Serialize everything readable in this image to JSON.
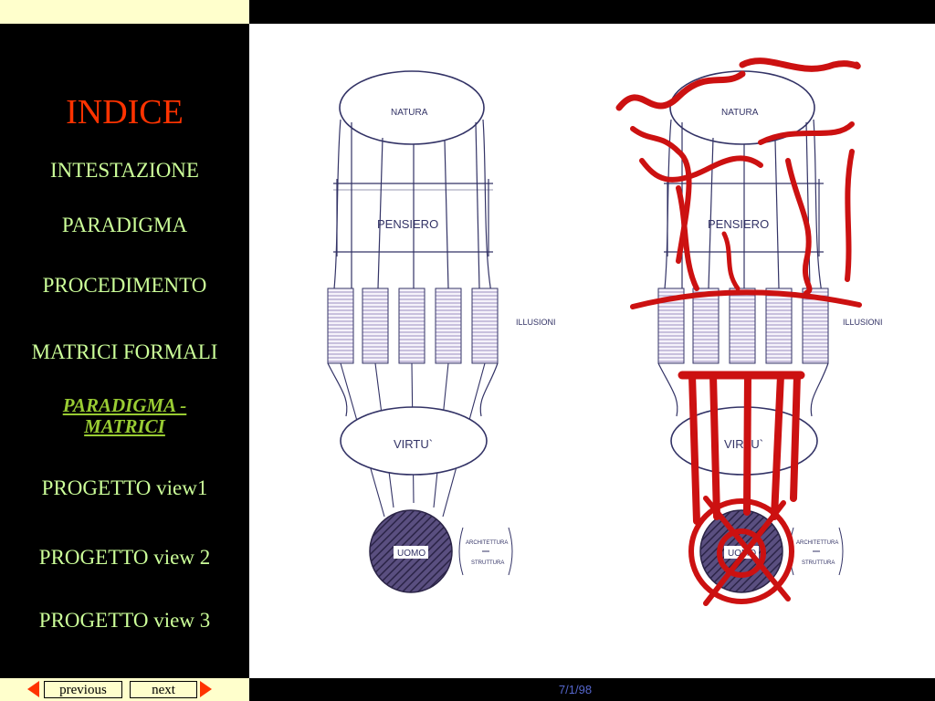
{
  "sidebar": {
    "title": "INDICE",
    "items": [
      {
        "label": "INTESTAZIONE"
      },
      {
        "label": "PARADIGMA"
      },
      {
        "label": "PROCEDIMENTO"
      },
      {
        "label": "MATRICI  FORMALI"
      },
      {
        "label_line1": "PARADIGMA -",
        "label_line2": "MATRICI"
      },
      {
        "label": "PROGETTO  view1"
      },
      {
        "label": "PROGETTO  view 2"
      },
      {
        "label": "PROGETTO  view 3"
      }
    ]
  },
  "diagram": {
    "left": {
      "natura": "NATURA",
      "pensiero": "PENSIERO",
      "illusioni": "ILLUSIONI",
      "virtu": "VIRTU`",
      "uomo": "UOMO",
      "side_top": "ARCHITETTURA",
      "side_bottom": "STRUTTURA"
    },
    "right": {
      "natura": "NATURA",
      "pensiero": "PENSIERO",
      "illusioni": "ILLUSIONI",
      "virtu": "VIRTU`",
      "uomo": "UOMO",
      "side_top": "ARCHITETTURA",
      "side_bottom": "STRUTTURA"
    }
  },
  "footer": {
    "previous_label": "previous",
    "next_label": "next",
    "date": "7/1/98"
  },
  "colors": {
    "accent_red": "#ff3300",
    "nav_text": "#ccff99",
    "active_nav": "#99cc33",
    "band": "#ffffcc",
    "sketch_red": "#cc1111",
    "ink": "#333366"
  }
}
